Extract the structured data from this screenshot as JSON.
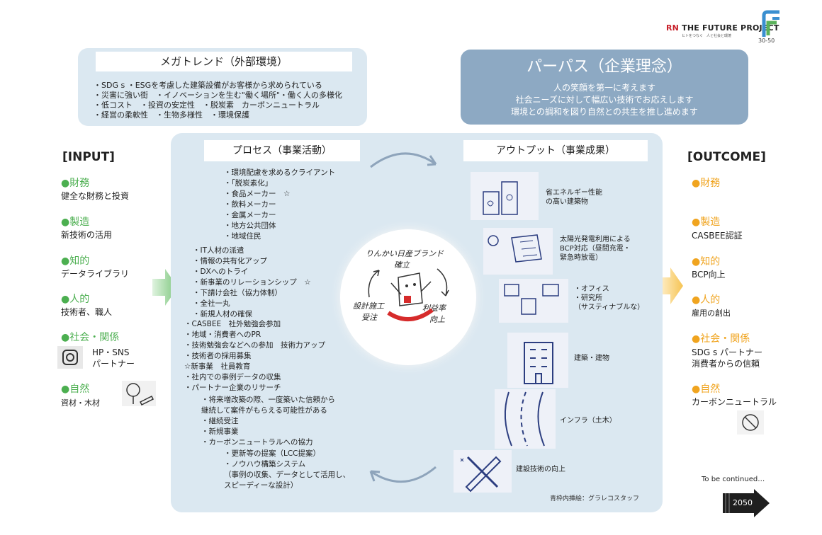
{
  "header": {
    "logo_rn": "RN",
    "logo_text": "THE FUTURE PROJECT",
    "logo_sub": "ヒトをつなぐ　人と社会と環境",
    "logo_years": "30-50"
  },
  "megatrend": {
    "title": "メガトレンド（外部環境）",
    "lines": [
      "・SDG s ・ESGを考慮した建築設備がお客様から求められている",
      "・災害に強い街　・イノベーションを生む\"働く場所\"・働く人の多様化",
      "・低コスト　・投資の安定性　・脱炭素　カーボンニュートラル",
      "・経営の柔軟性　・生物多様性　・環境保護"
    ]
  },
  "purpose": {
    "title": "パーパス（企業理念）",
    "lines": [
      "人の笑顔を第一に考えます",
      "社会ニーズに対して幅広い技術でお応えします",
      "環境との調和を図り自然との共生を推し進めます"
    ]
  },
  "input": {
    "heading": "[INPUT]",
    "items": [
      {
        "label": "●財務",
        "sub": "健全な財務と投資"
      },
      {
        "label": "●製造",
        "sub": "新技術の活用"
      },
      {
        "label": "●知的",
        "sub": "データライブラリ"
      },
      {
        "label": "●人的",
        "sub": "技術者、職人"
      },
      {
        "label": "●社会・関係",
        "sub": "HP・SNS",
        "sub2": "パートナー"
      },
      {
        "label": "●自然",
        "sub": "資材・木材"
      }
    ]
  },
  "outcome": {
    "heading": "[OUTCOME]",
    "items": [
      {
        "label": "●財務",
        "sub": ""
      },
      {
        "label": "●製造",
        "sub": "CASBEE認証"
      },
      {
        "label": "●知的",
        "sub": "BCP向上"
      },
      {
        "label": "●人的",
        "sub": "雇用の創出"
      },
      {
        "label": "●社会・関係",
        "sub": "SDG s パートナー",
        "sub2": "消費者からの信頼"
      },
      {
        "label": "●自然",
        "sub": "カーボンニュートラル"
      }
    ],
    "to_be_continued": "To be continued…",
    "year": "2050"
  },
  "process": {
    "title": "プロセス（事業活動）",
    "group1": [
      "・環境配慮を求めるクライアント",
      "・「脱炭素化」",
      "・食品メーカー　☆",
      "・飲料メーカー",
      "・金属メーカー",
      "・地方公共団体",
      "・地域住民"
    ],
    "group2": [
      "・IT人材の派遣",
      "・情報の共有化アップ",
      "・DXへのトライ",
      "・新事業のリレーションシップ　☆",
      "・下請け会社（協力体制）",
      "・全社一丸",
      "・新規人材の確保"
    ],
    "group3": [
      "・CASBEE　社外勉強会参加",
      "・地域・消費者へのPR",
      "・技術勉強会などへの参加　技術力アップ",
      "・技術者の採用募集",
      "☆新事業　社員教育",
      "・社内での事例データの収集",
      "・パートナー企業のリサーチ"
    ],
    "group4": [
      "・将来増改築の際、一度築いた信頼から",
      "継続して案件がもらえる可能性がある",
      "・継続受注",
      "・新規事業",
      "・カーボンニュートラルへの協力"
    ],
    "group5": [
      "・更新等の提案（LCC提案）",
      "・ノウハウ構築システム",
      "（事例の収集、データとして活用し、",
      "スピーディーな設計）"
    ]
  },
  "center_sketch": {
    "top": "りんかい日産ブランド",
    "top2": "確立",
    "left": "設計施工",
    "left2": "受注",
    "right": "利益率",
    "right2": "向上"
  },
  "output": {
    "title": "アウトプット（事業成果）",
    "items": [
      {
        "lines": [
          "省エネルギー性能",
          "の高い建築物"
        ]
      },
      {
        "lines": [
          "太陽光発電利用による",
          "BCP対応（昼間充電・",
          "緊急時放電）"
        ]
      },
      {
        "lines": [
          "・オフィス",
          "・研究所",
          "（サスティナブルな）"
        ]
      },
      {
        "lines": [
          "建築・建物"
        ]
      },
      {
        "lines": [
          "インフラ（土木）"
        ]
      },
      {
        "lines": [
          "建設技術の向上"
        ]
      }
    ],
    "credit": "青枠内挿絵：グラレコスタッフ"
  },
  "colors": {
    "panel": "#dbe8f1",
    "purpose": "#8da9c3",
    "input_green": "#4caf50",
    "outcome_orange": "#f0a41f"
  }
}
